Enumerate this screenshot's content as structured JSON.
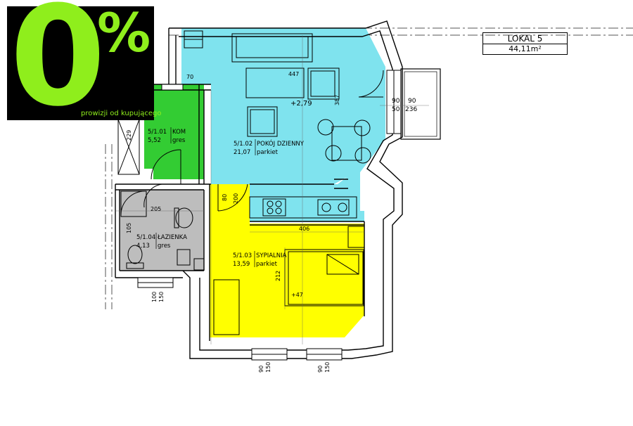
{
  "promo": {
    "big": "0",
    "percent": "%",
    "subtitle": "prowizji od kupującego",
    "color": "#8fee1c"
  },
  "title_box": {
    "name": "LOKAL 5",
    "area": "44,11m²"
  },
  "rooms": [
    {
      "id": "5/1.01",
      "name": "KOM",
      "area": "5,52",
      "floor": "gres",
      "color": "#33cc33"
    },
    {
      "id": "5/1.02",
      "name": "POKÓJ DZIENNY",
      "area": "21,07",
      "floor": "parkiet",
      "color": "#7fe3ee"
    },
    {
      "id": "5/1.03",
      "name": "SYPIALNIA",
      "area": "13,59",
      "floor": "parkiet",
      "color": "#ffff00"
    },
    {
      "id": "5/1.04",
      "name": "ŁAZIENKA",
      "area": "4,13",
      "floor": "gres",
      "color": "#bdbdbd"
    }
  ],
  "dimensions": {
    "d70": "70",
    "d447": "447",
    "d387": "387",
    "d279": "+2,79",
    "d229": "229",
    "d205": "205",
    "d80": "80",
    "d200": "200",
    "d105": "105",
    "d406": "406",
    "d212": "212",
    "d47": "+47",
    "d90a": "90",
    "d90b": "90",
    "d50": "50",
    "d236": "236",
    "win_b1_w": "100",
    "win_b1_h": "150",
    "win_b2_w": "90",
    "win_b2_h": "150",
    "win_b3_w": "90",
    "win_b3_h": "150"
  }
}
